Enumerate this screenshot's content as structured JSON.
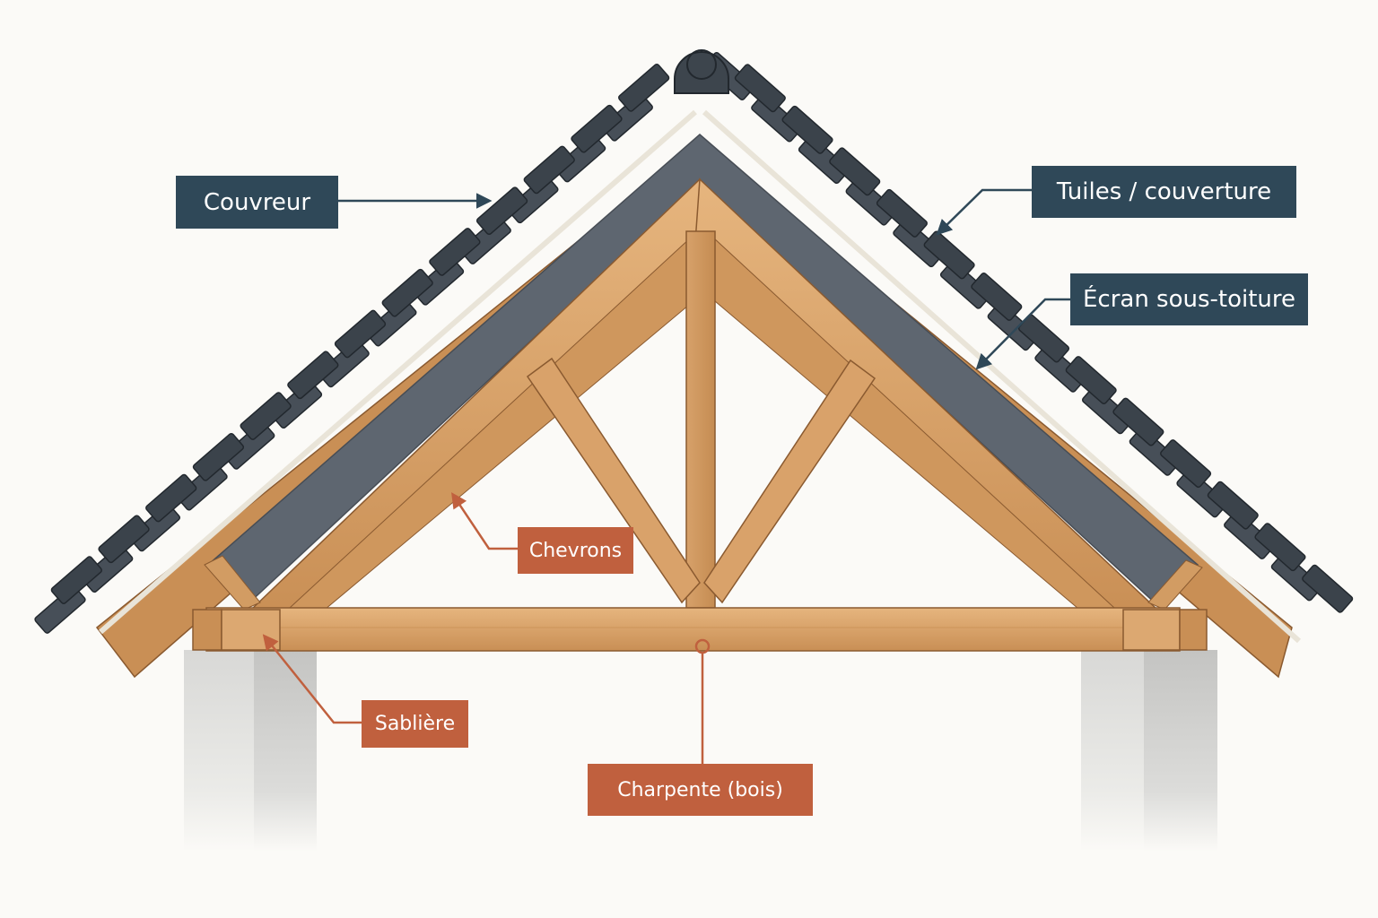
{
  "labels": {
    "couvreur": "Couvreur",
    "tuiles": "Tuiles / couverture",
    "ecran": "Écran sous-toiture",
    "chevrons": "Chevrons",
    "sabliere": "Sablière",
    "charpente": "Charpente (bois)"
  },
  "colors": {
    "slate_label": "#2f4858",
    "rust_label": "#c0603e",
    "tile": "#3d454d",
    "membrane": "#5e6670",
    "wood": "#d9a26a",
    "concrete": "#dcdcdc"
  }
}
